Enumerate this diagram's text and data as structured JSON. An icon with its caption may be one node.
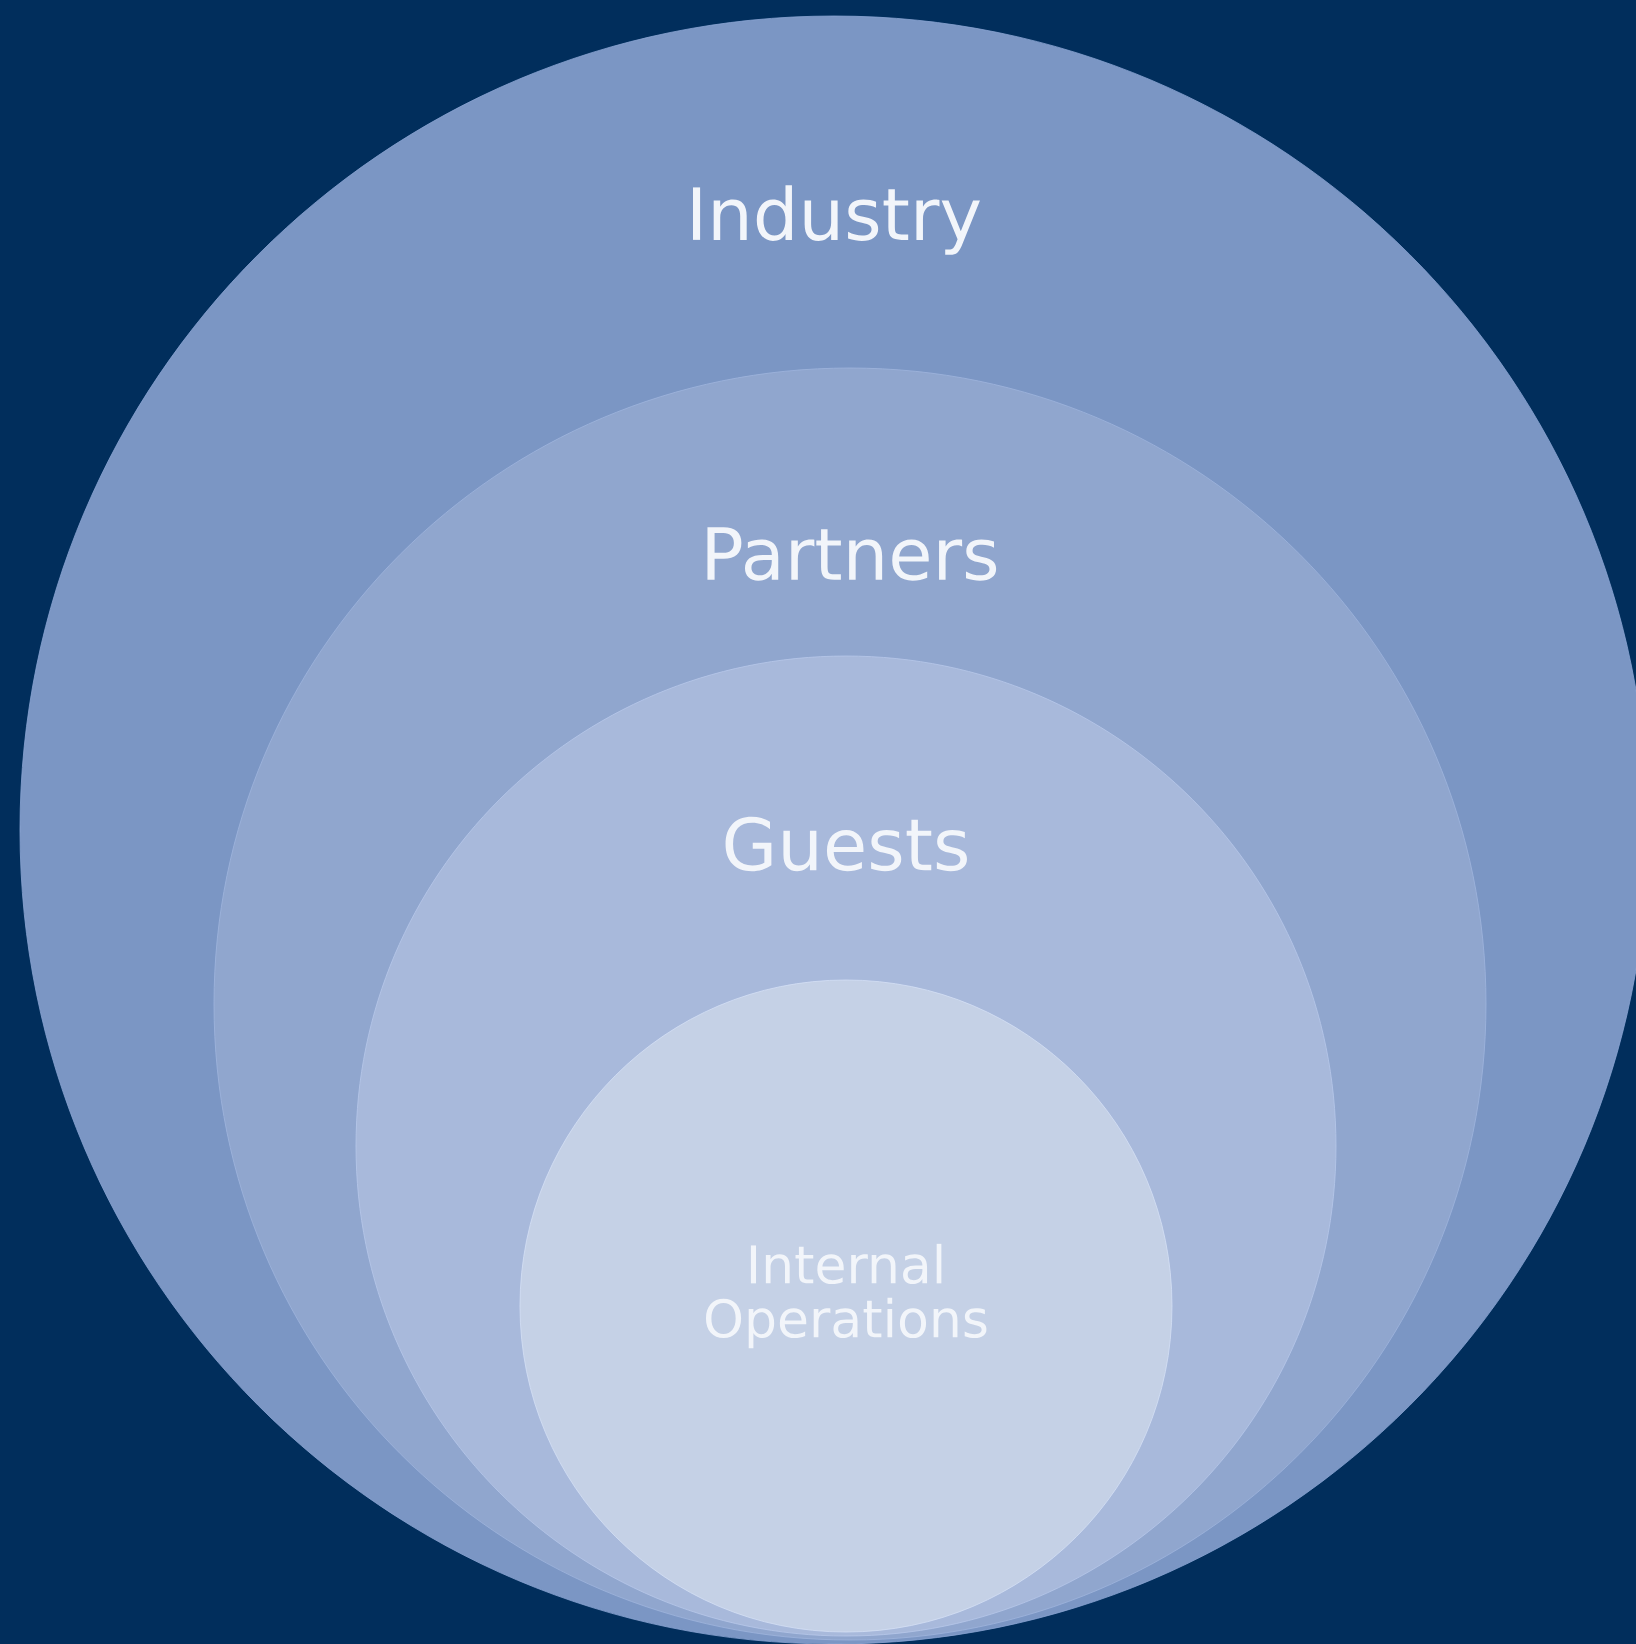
{
  "diagram": {
    "nodes": [
      {
        "text": [
          "Industry"
        ]
      },
      {
        "text": [
          "Partners"
        ],
        "in": 0
      },
      {
        "text": [
          "Guests"
        ],
        "in": 1
      },
      {
        "text": [
          "Internal Operations"
        ],
        "in": 2
      }
    ]
  }
}
